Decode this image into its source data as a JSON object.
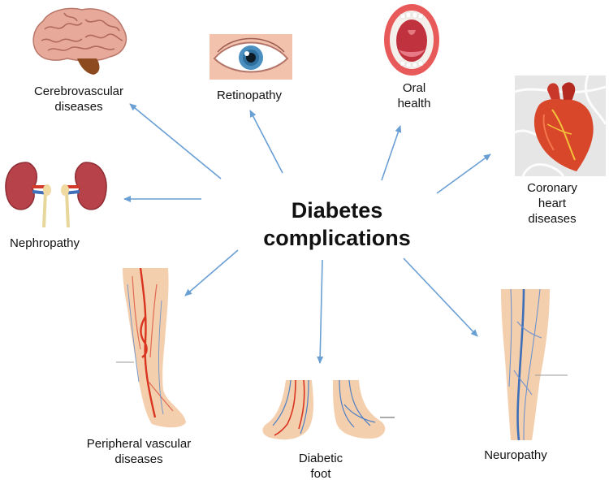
{
  "center": {
    "line1": "Diabetes",
    "line2": "complications"
  },
  "colors": {
    "arrow": "#6a9fd4",
    "skin": "#f4cfae",
    "artery": "#d9341f",
    "vein": "#4f7fc4"
  },
  "complications": [
    {
      "id": "cerebrovascular",
      "icon": "brain-icon",
      "lines": [
        "Cerebrovascular",
        "diseases"
      ]
    },
    {
      "id": "retinopathy",
      "icon": "eye-icon",
      "lines": [
        "Retinopathy"
      ]
    },
    {
      "id": "oral-health",
      "icon": "mouth-icon",
      "lines": [
        "Oral",
        "health"
      ]
    },
    {
      "id": "coronary",
      "icon": "heart-icon",
      "lines": [
        "Coronary",
        "heart",
        "diseases"
      ]
    },
    {
      "id": "nephropathy",
      "icon": "kidney-icon",
      "lines": [
        "Nephropathy"
      ]
    },
    {
      "id": "peripheral-vascular",
      "icon": "leg-arteries-icon",
      "lines": [
        "Peripheral vascular",
        "diseases"
      ]
    },
    {
      "id": "diabetic-foot",
      "icon": "feet-icon",
      "lines": [
        "Diabetic",
        "foot"
      ]
    },
    {
      "id": "neuropathy",
      "icon": "leg-nerves-icon",
      "lines": [
        "Neuropathy"
      ]
    }
  ]
}
